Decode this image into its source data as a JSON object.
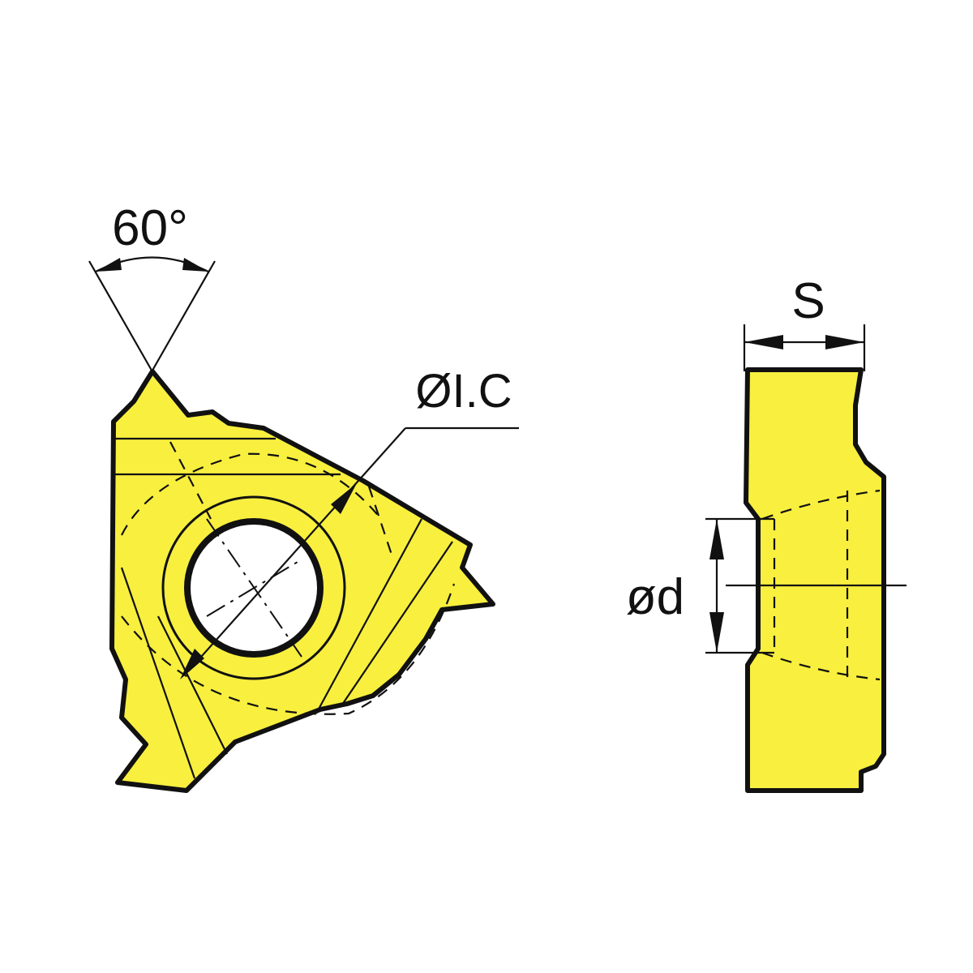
{
  "labels": {
    "angle": "60°",
    "inscribed_circle": "ØI.C",
    "thickness": "S",
    "hole_diameter": "ød"
  },
  "colors": {
    "insert_fill": "#f8ef3f",
    "hole_fill": "#ffffff",
    "line": "#111111",
    "background": "#ffffff"
  }
}
